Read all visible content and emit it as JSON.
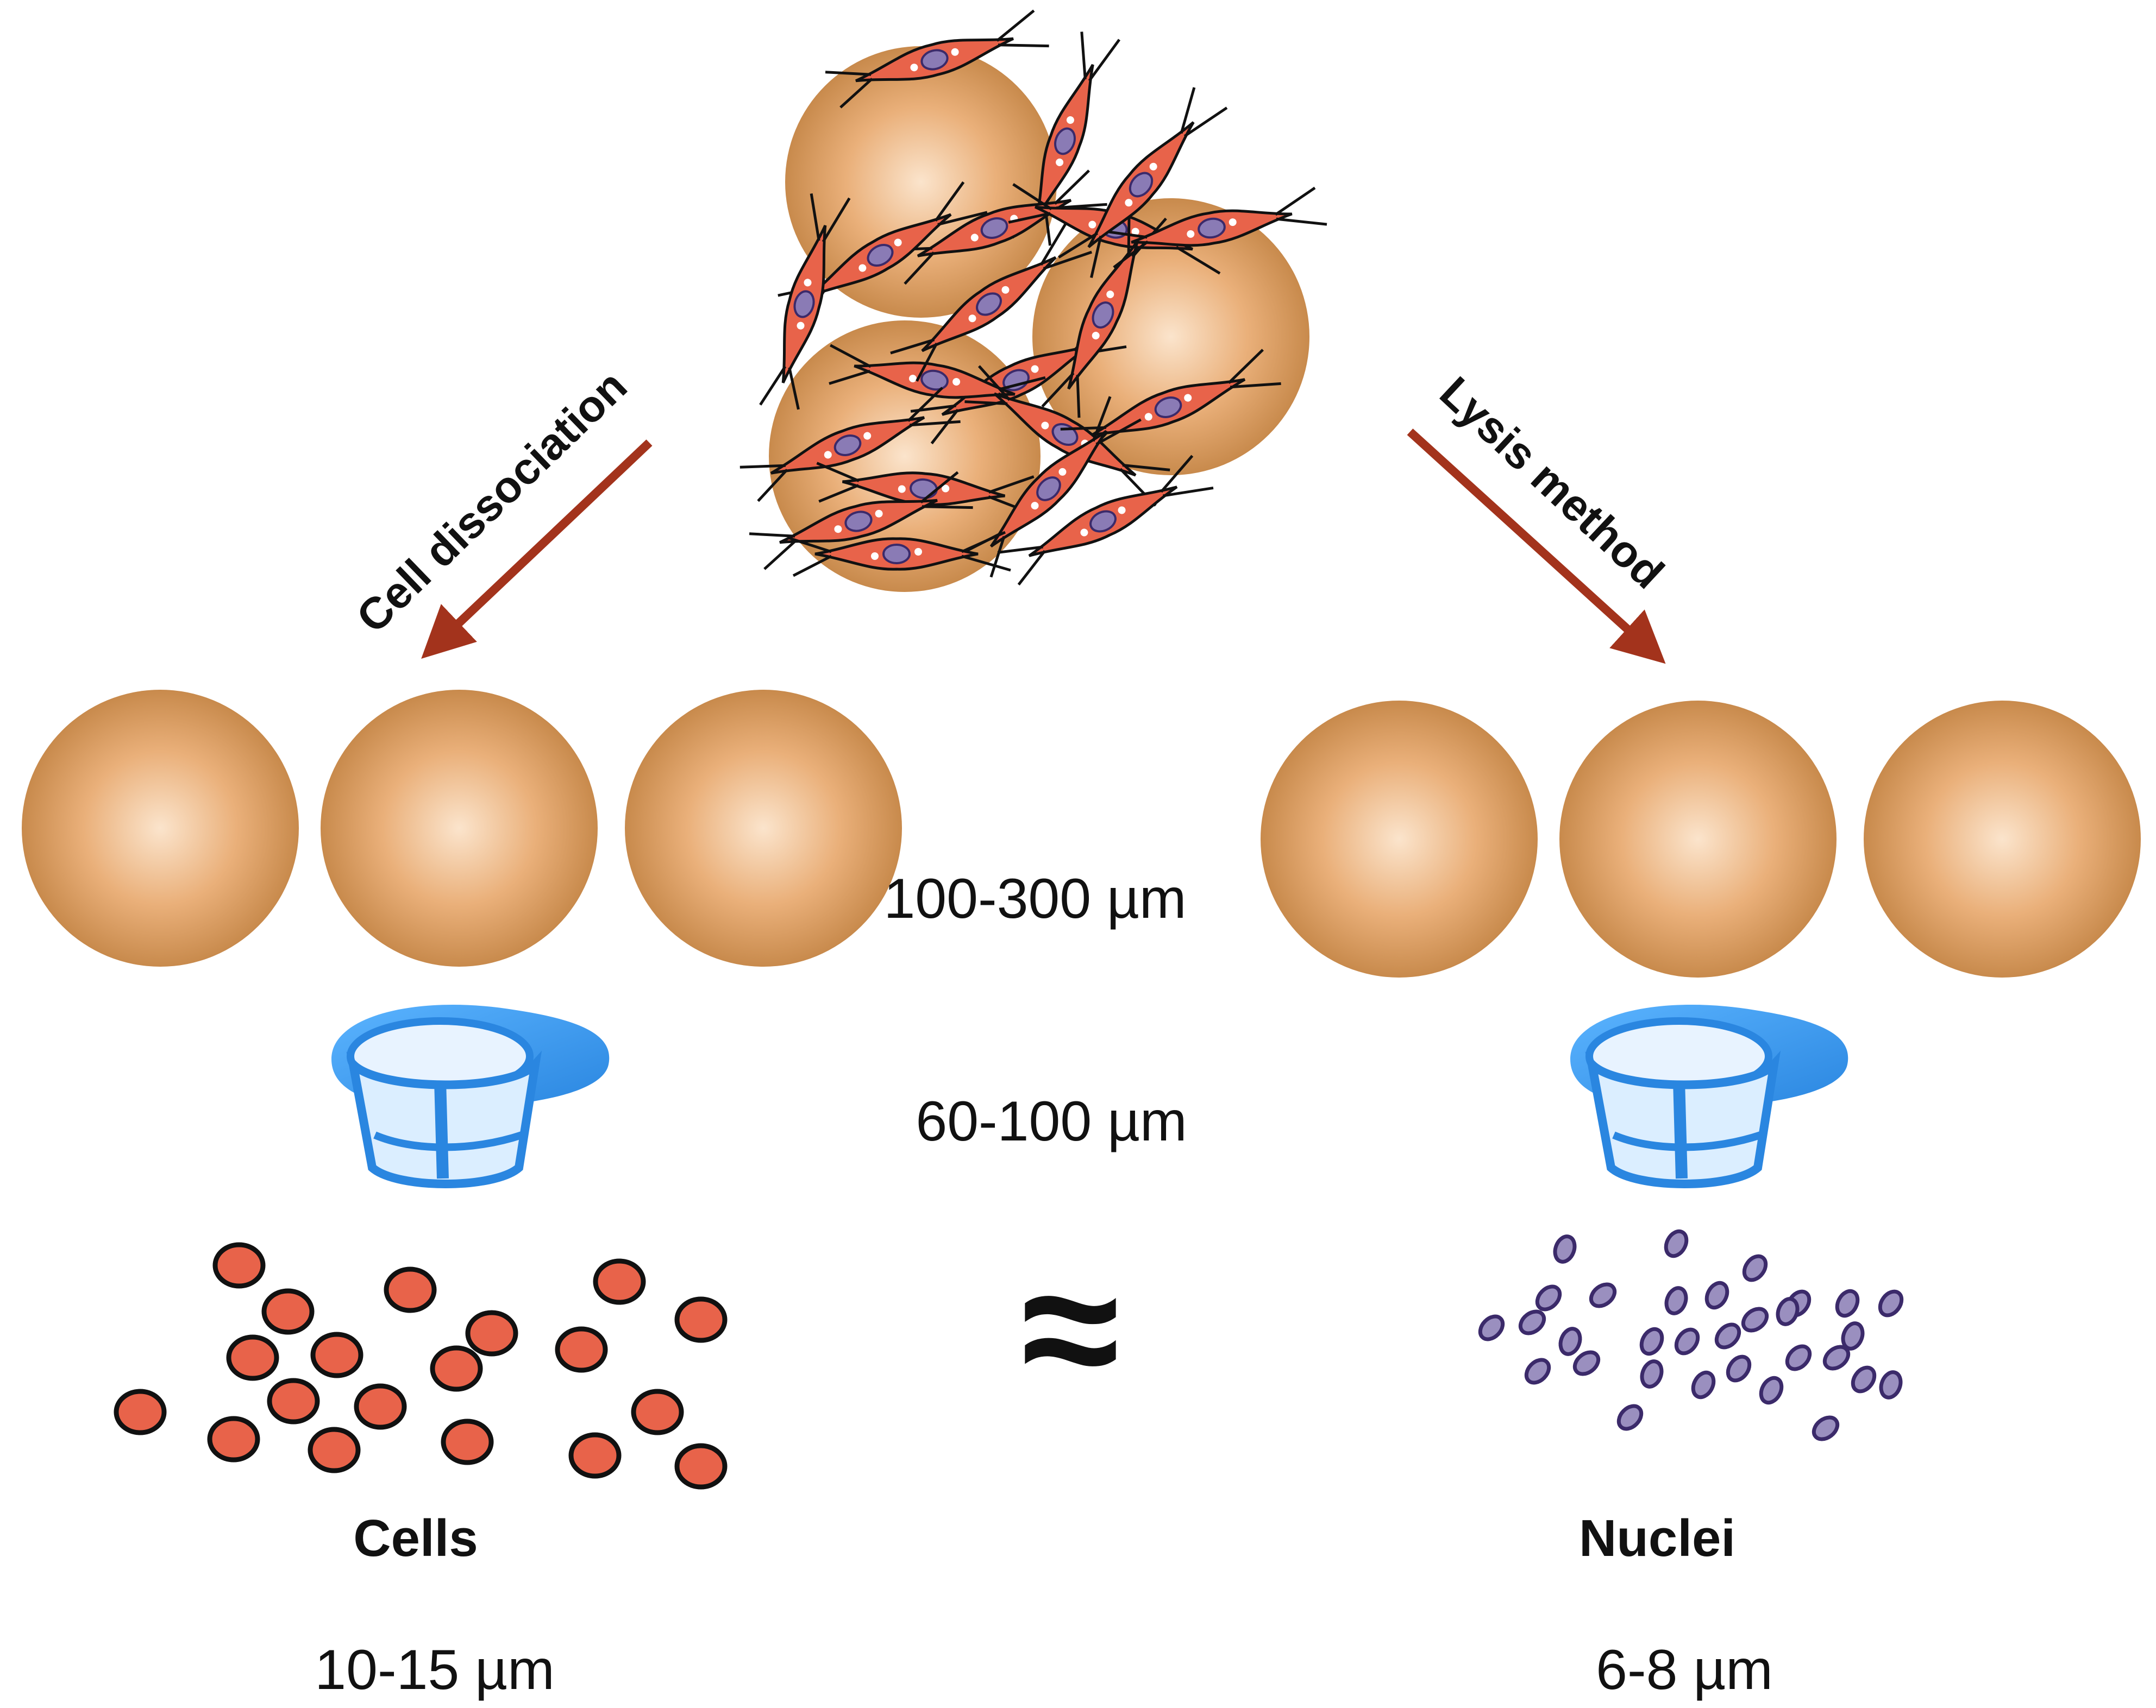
{
  "labels": {
    "left_arrow": "Cell dissociation",
    "right_arrow": "Lysis method",
    "microcarrier_size": "100-300 µm",
    "strainer_size": "60-100 µm",
    "cells_title": "Cells",
    "cells_size": "10-15 µm",
    "nuclei_title": "Nuclei",
    "nuclei_size": "6-8 µm",
    "approx_symbol": "≈"
  },
  "colors": {
    "bead_center": "#fbe4cc",
    "bead_edge": "#c88a4c",
    "cell_fill": "#e8634a",
    "nucleus_fill": "#9a8fbf",
    "arrow": "#a3331c",
    "strainer": "#3b9cf0",
    "text": "#111111"
  },
  "icons": {
    "top_cluster": "microcarrier-with-adherent-cells",
    "strainer": "cell-strainer-icon",
    "arrow": "arrow-icon"
  }
}
